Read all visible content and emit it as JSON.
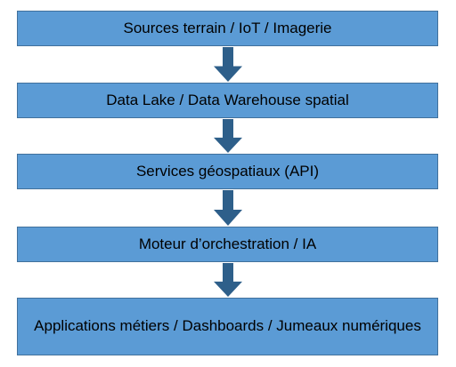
{
  "diagram": {
    "boxes": [
      {
        "label": "Sources terrain / IoT / Imagerie"
      },
      {
        "label": "Data Lake / Data Warehouse spatial"
      },
      {
        "label": "Services géospatiaux (API)"
      },
      {
        "label": "Moteur d’orchestration / IA"
      },
      {
        "label": "Applications métiers / Dashboards / Jumeaux numériques"
      }
    ],
    "colors": {
      "box_fill": "#5b9bd5",
      "box_border": "#41719c",
      "arrow_fill": "#2e5f8a"
    }
  }
}
